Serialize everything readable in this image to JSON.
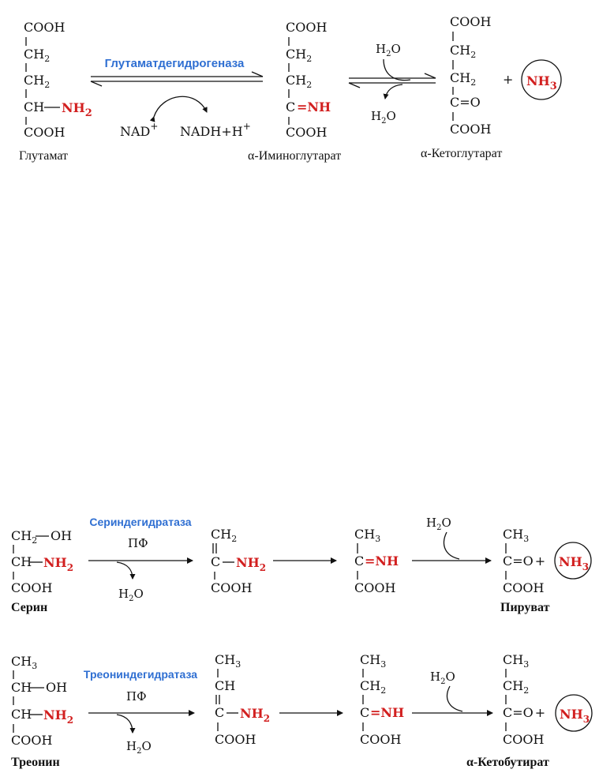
{
  "common": {
    "cooh": "COOH",
    "ch2": "CH",
    "ch3": "CH",
    "ch": "CH",
    "c": "C",
    "sub2": "2",
    "sub3": "3",
    "nh2": "NH",
    "nh": "NH",
    "nh3": "NH",
    "eq_nh": "=NH",
    "eq_o": "=O",
    "oh": "OH",
    "h2o_h": "H",
    "h2o_o": "O",
    "plus": "+",
    "pf": "ПФ"
  },
  "reaction1": {
    "enzyme": "Глутаматдегидрогеназа",
    "nad": "NAD",
    "nad_sup": "+",
    "nadh": "NADH+H",
    "nadh_sup": "+",
    "name_glutamate": "Глутамат",
    "name_iminoglutarate": "α-Иминоглутарат",
    "name_ketoglutarate": "α-Кетоглутарат"
  },
  "reaction2": {
    "enzyme": "Сериндегидратаза",
    "name_serine": "Серин",
    "name_pyruvate": "Пируват"
  },
  "reaction3": {
    "enzyme": "Треониндегидратаза",
    "name_threonine": "Треонин",
    "name_ketobutyrate": "α-Кетобутират"
  }
}
